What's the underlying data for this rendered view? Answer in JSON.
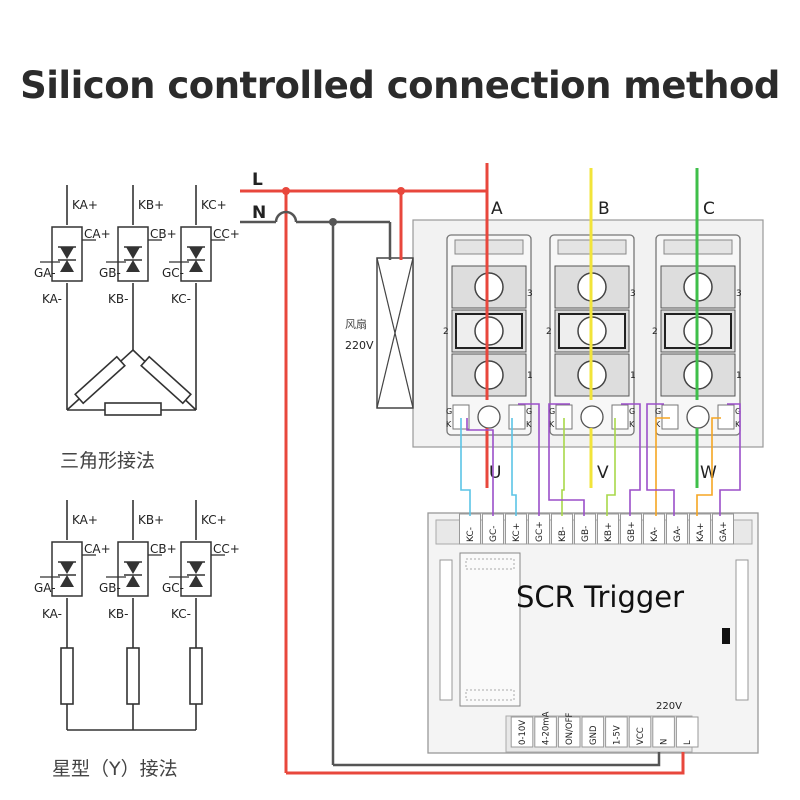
{
  "title": "Silicon controlled connection method",
  "power_lines": {
    "line": "L",
    "neutral": "N"
  },
  "fan": {
    "name": "风扇",
    "voltage": "220V"
  },
  "phases": [
    {
      "name": "A",
      "output": "U",
      "color": "#e8473c"
    },
    {
      "name": "B",
      "output": "V",
      "color": "#f2e43a"
    },
    {
      "name": "C",
      "output": "W",
      "color": "#3fbf4a"
    }
  ],
  "module_terminals": {
    "top": "3",
    "middle": "2",
    "bottom": "1"
  },
  "module_gate_labels": [
    "G",
    "K",
    "G",
    "K"
  ],
  "delta": {
    "caption": "三角形接法",
    "legs": [
      {
        "top": "KA+",
        "gate_plus": "CA+",
        "gate_minus": "GA-",
        "bottom": "KA-"
      },
      {
        "top": "KB+",
        "gate_plus": "CB+",
        "gate_minus": "GB-",
        "bottom": "KB-"
      },
      {
        "top": "KC+",
        "gate_plus": "CC+",
        "gate_minus": "GC-",
        "bottom": "KC-"
      }
    ]
  },
  "star": {
    "caption": "星型（Y）接法",
    "legs": [
      {
        "top": "KA+",
        "gate_plus": "CA+",
        "gate_minus": "GA-",
        "bottom": "KA-"
      },
      {
        "top": "KB+",
        "gate_plus": "CB+",
        "gate_minus": "GB-",
        "bottom": "KB-"
      },
      {
        "top": "KC+",
        "gate_plus": "CC+",
        "gate_minus": "GC-",
        "bottom": "KC-"
      }
    ]
  },
  "trigger": {
    "label": "SCR Trigger",
    "voltage": "220V",
    "top_terminals": [
      "KC-",
      "GC-",
      "KC+",
      "GC+",
      "KB-",
      "GB-",
      "KB+",
      "GB+",
      "KA-",
      "GA-",
      "KA+",
      "GA+"
    ],
    "bottom_terminals": [
      "0-10V",
      "4-20mA",
      "ON/OFF",
      "GND",
      "1-5V",
      "VCC",
      "N",
      "L"
    ]
  },
  "colors": {
    "red": "#e8473c",
    "yellow": "#f2e43a",
    "green": "#3fbf4a",
    "blue": "#5bc4e6",
    "purple": "#9b4fc9",
    "lime": "#a8d84a",
    "orange": "#f5a623",
    "dark": "#555555"
  }
}
